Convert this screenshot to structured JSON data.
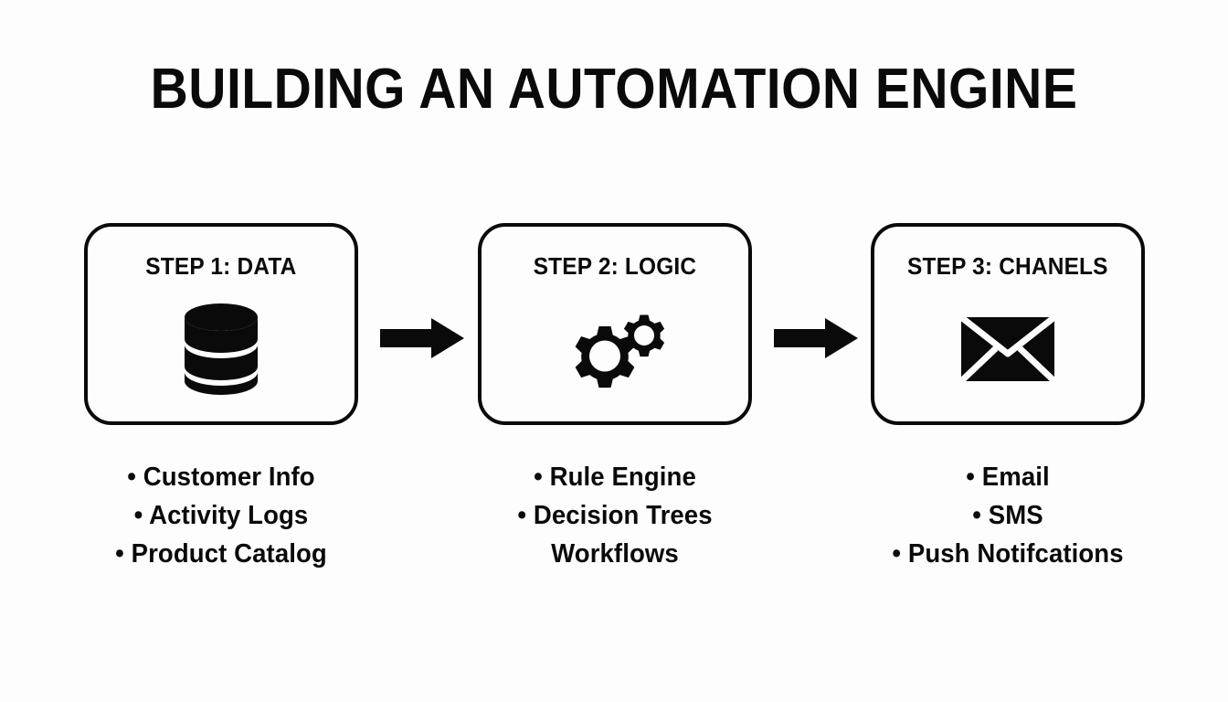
{
  "slide": {
    "title": "BUILDING AN AUTOMATION ENGINE",
    "background_color": "#fdfdfe",
    "ink_color": "#0a0a0a"
  },
  "steps": [
    {
      "box_label": "STEP 1: DATA",
      "icon": "database-icon",
      "bullets": [
        {
          "text": "• Customer Info"
        },
        {
          "text": "• Activity Logs"
        },
        {
          "text": "• Product Catalog"
        }
      ]
    },
    {
      "box_label": "STEP 2: LOGIC",
      "icon": "gears-icon",
      "bullets": [
        {
          "text": "• Rule Engine"
        },
        {
          "text": "• Decision Trees"
        },
        {
          "text": "Workflows"
        }
      ]
    },
    {
      "box_label": "STEP 3: CHANELS",
      "icon": "envelope-icon",
      "bullets": [
        {
          "text": "• Email"
        },
        {
          "text": "• SMS"
        },
        {
          "text": "• Push Notifcations"
        }
      ]
    }
  ],
  "arrows": [
    {
      "name": "arrow-step1-to-step2",
      "direction": "right"
    },
    {
      "name": "arrow-step2-to-step3",
      "direction": "right"
    }
  ]
}
